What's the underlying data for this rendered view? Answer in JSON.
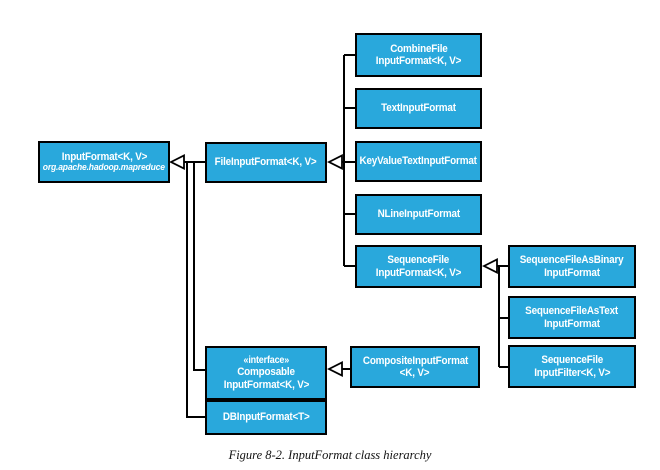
{
  "caption": "Figure 8-2. InputFormat class hierarchy",
  "colors": {
    "box_fill": "#29a8dc",
    "box_border": "#000000",
    "box_text": "#ffffff",
    "line": "#000000"
  },
  "nodes": {
    "inputformat": {
      "title": "InputFormat<K, V>",
      "package": "org.apache.hadoop.mapreduce"
    },
    "fileinputformat": {
      "title": "FileInputFormat<K, V>"
    },
    "combinefileinputformat": {
      "line1": "CombineFile",
      "line2": "InputFormat<K, V>"
    },
    "textinputformat": {
      "title": "TextInputFormat"
    },
    "keyvaluetextinputformat": {
      "title": "KeyValueTextInputFormat"
    },
    "nlineinputformat": {
      "title": "NLineInputFormat"
    },
    "sequencefileinputformat": {
      "line1": "SequenceFile",
      "line2": "InputFormat<K, V>"
    },
    "sequencefileasbinaryinputformat": {
      "line1": "SequenceFileAsBinary",
      "line2": "InputFormat"
    },
    "sequencefileastextinputformat": {
      "line1": "SequenceFileAsText",
      "line2": "InputFormat"
    },
    "sequencefileinputfilter": {
      "line1": "SequenceFile",
      "line2": "InputFilter<K, V>"
    },
    "composableinputformat": {
      "stereotype": "«interface»",
      "line1": "Composable",
      "line2": "InputFormat<K, V>"
    },
    "compositeinputformat": {
      "line1": "CompositeInputFormat",
      "line2": "<K, V>"
    },
    "dbinputformat": {
      "title": "DBInputFormat<T>"
    }
  },
  "edges": [
    {
      "child": "FileInputFormat<K, V>",
      "parent": "InputFormat<K, V>"
    },
    {
      "child": "ComposableInputFormat<K, V>",
      "parent": "InputFormat<K, V>"
    },
    {
      "child": "DBInputFormat<T>",
      "parent": "InputFormat<K, V>"
    },
    {
      "child": "CombineFileInputFormat<K, V>",
      "parent": "FileInputFormat<K, V>"
    },
    {
      "child": "TextInputFormat",
      "parent": "FileInputFormat<K, V>"
    },
    {
      "child": "KeyValueTextInputFormat",
      "parent": "FileInputFormat<K, V>"
    },
    {
      "child": "NLineInputFormat",
      "parent": "FileInputFormat<K, V>"
    },
    {
      "child": "SequenceFileInputFormat<K, V>",
      "parent": "FileInputFormat<K, V>"
    },
    {
      "child": "SequenceFileAsBinaryInputFormat",
      "parent": "SequenceFileInputFormat<K, V>"
    },
    {
      "child": "SequenceFileAsTextInputFormat",
      "parent": "SequenceFileInputFormat<K, V>"
    },
    {
      "child": "SequenceFileInputFilter<K, V>",
      "parent": "SequenceFileInputFormat<K, V>"
    },
    {
      "child": "CompositeInputFormat<K, V>",
      "parent": "ComposableInputFormat<K, V>"
    }
  ]
}
